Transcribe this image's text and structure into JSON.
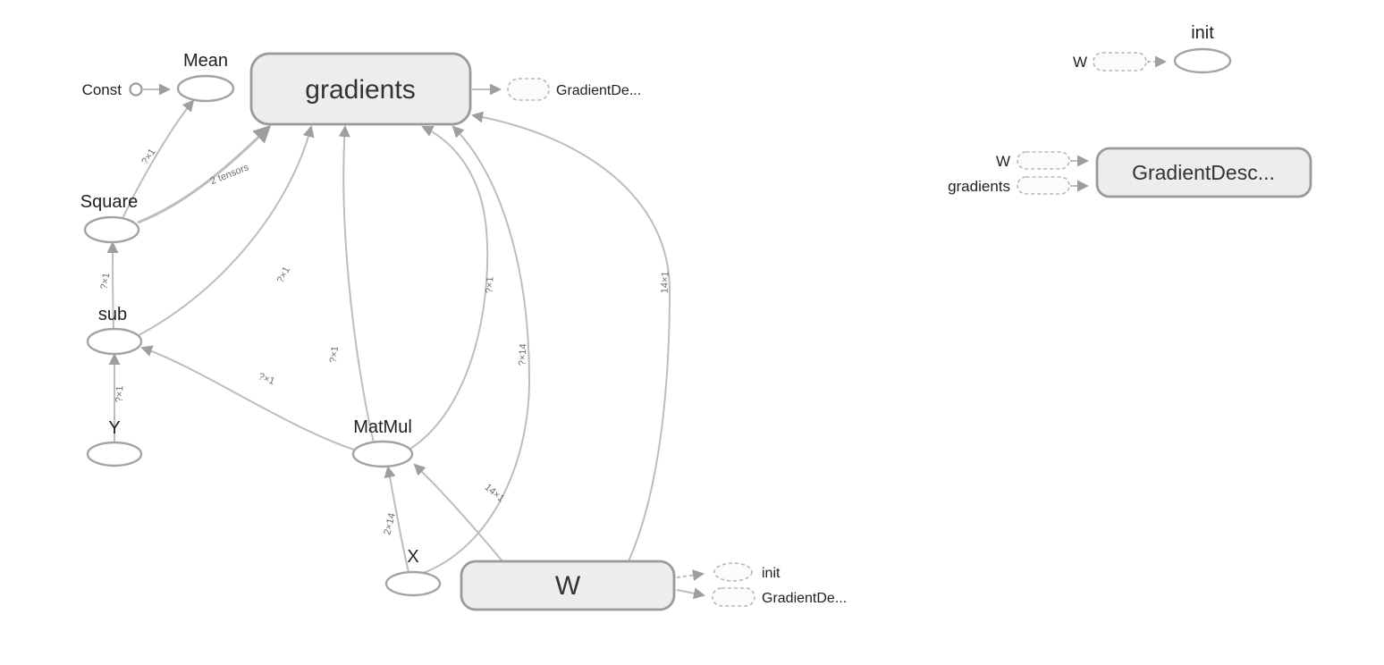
{
  "colors": {
    "background": "#ffffff",
    "node_fill": "#ededed",
    "node_stroke": "#9a9a9a",
    "op_fill": "#ffffff",
    "edge": "#bdbdbd",
    "label_text": "#1f1f1f",
    "edge_label_text": "#6e6e6e"
  },
  "main_graph": {
    "nodes": {
      "const": {
        "label": "Const"
      },
      "mean": {
        "label": "Mean"
      },
      "gradients": {
        "label": "gradients"
      },
      "square": {
        "label": "Square"
      },
      "sub": {
        "label": "sub"
      },
      "y": {
        "label": "Y"
      },
      "matmul": {
        "label": "MatMul"
      },
      "x": {
        "label": "X"
      },
      "w": {
        "label": "W"
      }
    },
    "annotations": {
      "gradients_out_gd": {
        "label": "GradientDe..."
      },
      "w_out_init": {
        "label": "init"
      },
      "w_out_gd": {
        "label": "GradientDe..."
      }
    },
    "edges": {
      "square_to_mean": {
        "label": "?×1"
      },
      "square_to_gradients": {
        "label": "2 tensors"
      },
      "sub_to_square": {
        "label": "?×1"
      },
      "y_to_sub": {
        "label": "?×1"
      },
      "sub_to_gradients": {
        "label": "?×1"
      },
      "matmul_to_gradients_1": {
        "label": "?×1"
      },
      "matmul_to_sub": {
        "label": "?×1"
      },
      "matmul_to_gradients_2": {
        "label": "?×1"
      },
      "x_to_gradients": {
        "label": "?×14"
      },
      "w_to_gradients": {
        "label": "14×1"
      },
      "w_to_matmul": {
        "label": "14×1"
      },
      "x_to_matmul": {
        "label": "2×14"
      }
    }
  },
  "aux_graphs": {
    "init": {
      "title": "init",
      "input": {
        "label": "W"
      }
    },
    "gradient_descent": {
      "title": "GradientDesc...",
      "inputs": [
        {
          "label": "W"
        },
        {
          "label": "gradients"
        }
      ]
    }
  }
}
